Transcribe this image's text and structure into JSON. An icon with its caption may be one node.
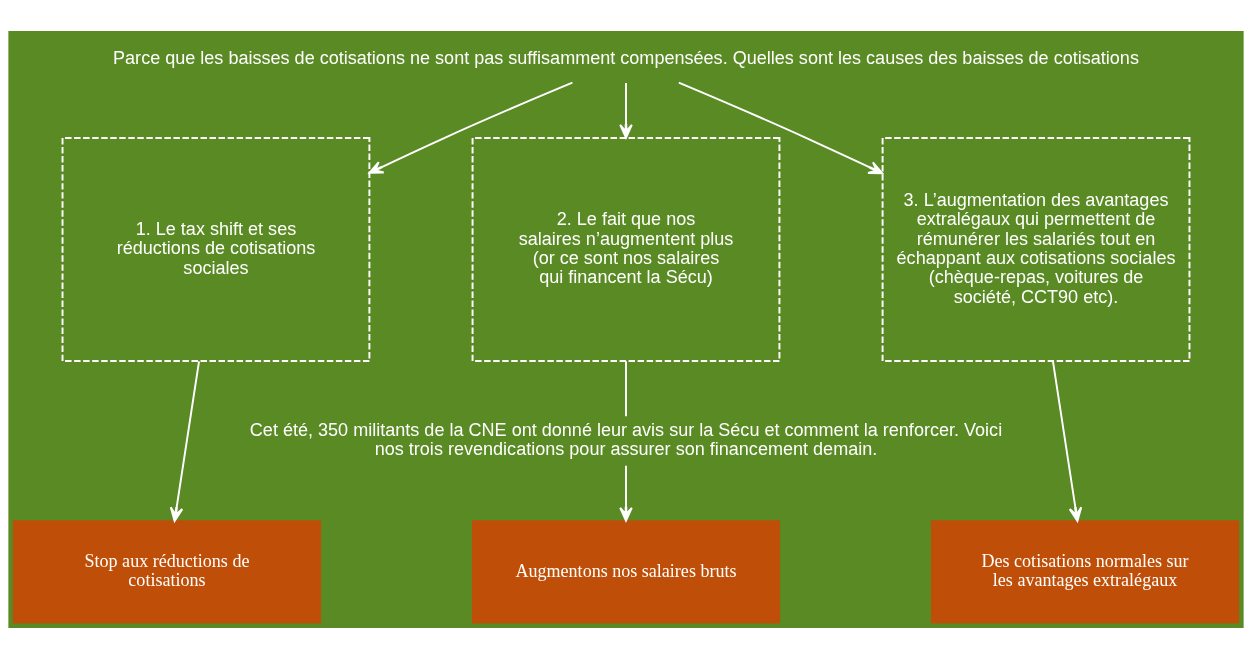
{
  "diagram": {
    "nodes": [
      {
        "text": [
          "Parce que les baisses de cotisations ne sont pas suffisamment compensées. Quelles sont les causes des baisses de cotisations"
        ]
      },
      {
        "text": [
          "1. Le tax shift et ses réductions de cotisations sociales"
        ]
      },
      {
        "text": [
          "2. Le fait que nos salaires n’augmentent plus (or ce sont nos salaires qui financent la Sécu)"
        ]
      },
      {
        "text": [
          "3. L’augmentation des avantages extralégaux qui permettent de rémunérer les salariés tout en échappant aux cotisations sociales (chèque-repas, voitures de société, CCT90 etc)."
        ]
      },
      {
        "text": [
          "Cet été, 350 militants de la CNE ont donné leur avis sur la Sécu et comment la renforcer. Voici nos trois revendications pour assurer son financement demain."
        ]
      },
      {
        "text": [
          "Stop aux réductions de cotisations"
        ]
      },
      {
        "text": [
          "Augmentons nos salaires bruts"
        ]
      },
      {
        "text": [
          "Des cotisations normales sur les avantages extralégaux"
        ]
      }
    ],
    "edges": [
      {
        "from": 0,
        "to": 1,
        "arrow": "to"
      },
      {
        "from": 0,
        "to": 2,
        "arrow": "to"
      },
      {
        "from": 0,
        "to": 3,
        "arrow": "to"
      },
      {
        "from": 1,
        "to": 5,
        "arrow": "to"
      },
      {
        "from": 2,
        "to": 4,
        "arrow": "none"
      },
      {
        "from": 4,
        "to": 6,
        "arrow": "to"
      },
      {
        "from": 3,
        "to": 7,
        "arrow": "to"
      }
    ]
  }
}
